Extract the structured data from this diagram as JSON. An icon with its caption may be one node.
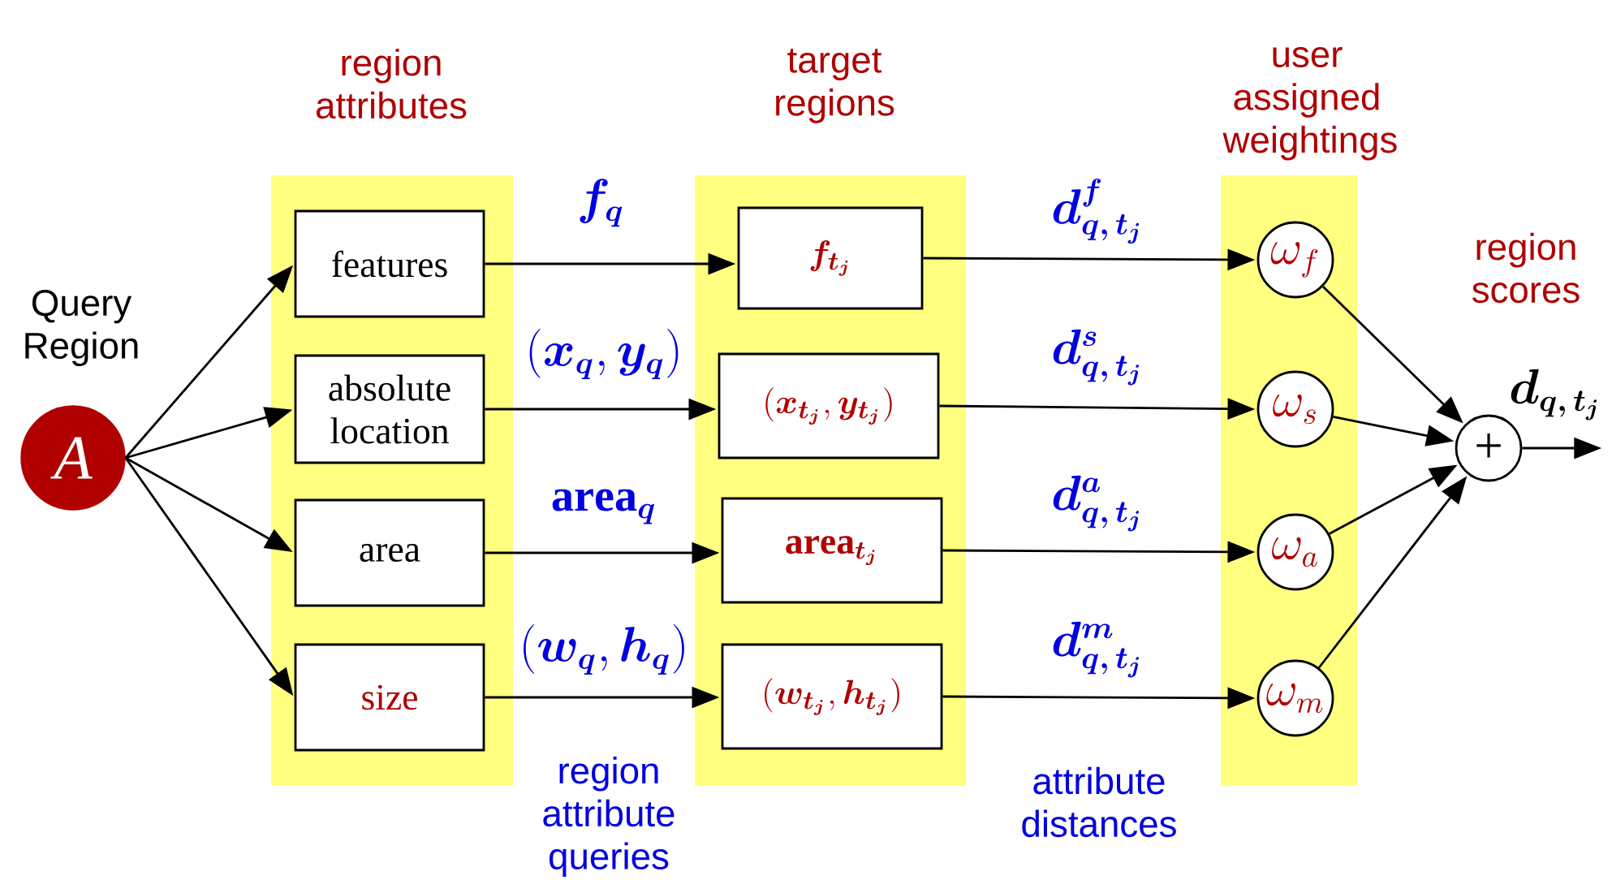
{
  "diagram": {
    "nodes": [
      {
        "text": [
          "region attributes"
        ]
      },
      {
        "text": [
          "features"
        ],
        "in": 0
      },
      {
        "text": [
          "absolute location"
        ],
        "in": 0
      },
      {
        "text": [
          "area"
        ],
        "in": 0
      },
      {
        "text": [
          "size"
        ],
        "in": 0
      },
      {
        "text": [
          "target regions"
        ]
      },
      {
        "text": [
          "\\bm{f_{t_j}}"
        ],
        "in": 5
      },
      {
        "text": [
          "(\\bm{x_{t_j}}, \\bm{y_{t_j}})"
        ],
        "in": 5
      },
      {
        "text": [
          "\\mathbf{area}_{\\bm{t_j}}"
        ],
        "in": 5
      },
      {
        "text": [
          "(\\bm{w_{t_j}}, \\bm{h_{t_j}})"
        ],
        "in": 5
      },
      {
        "text": [
          "user assigned weightings"
        ]
      },
      {
        "text": [
          "\\omega_f"
        ],
        "in": 10
      },
      {
        "text": [
          "\\omega_s"
        ],
        "in": 10
      },
      {
        "text": [
          "\\omega_a"
        ],
        "in": 10
      },
      {
        "text": [
          "\\omega_m"
        ],
        "in": 10
      },
      {
        "text": [
          "A"
        ],
        "beside": [
          "Query Region"
        ]
      },
      {
        "text": [
          "+"
        ]
      }
    ],
    "edges": [
      {
        "from": 15,
        "to": 1,
        "arrow": "to"
      },
      {
        "from": 15,
        "to": 2,
        "arrow": "to"
      },
      {
        "from": 15,
        "to": 3,
        "arrow": "to"
      },
      {
        "from": 15,
        "to": 4,
        "arrow": "to"
      },
      {
        "from": 1,
        "to": 6,
        "arrow": "to",
        "label": "\\bm{f_q}"
      },
      {
        "from": 2,
        "to": 7,
        "arrow": "to",
        "label": "(\\bm{x_q}, \\bm{y_q})"
      },
      {
        "from": 3,
        "to": 8,
        "arrow": "to",
        "label": "\\mathbf{area}_{\\bm{q}}"
      },
      {
        "from": 4,
        "to": 9,
        "arrow": "to",
        "label": "(\\bm{w_q}, \\bm{h_q})"
      },
      {
        "from": 6,
        "to": 11,
        "arrow": "to",
        "label": "\\bm{d^{f}_{q,\\,t_j}}"
      },
      {
        "from": 7,
        "to": 12,
        "arrow": "to",
        "label": "\\bm{d^{s}_{q,\\,t_j}}"
      },
      {
        "from": 8,
        "to": 13,
        "arrow": "to",
        "label": "\\bm{d^{a}_{q,\\,t_j}}"
      },
      {
        "from": 9,
        "to": 14,
        "arrow": "to",
        "label": "\\bm{d^{m}_{q,\\,t_j}}"
      },
      {
        "from": 11,
        "to": 16,
        "arrow": "to"
      },
      {
        "from": 12,
        "to": 16,
        "arrow": "to"
      },
      {
        "from": 13,
        "to": 16,
        "arrow": "to"
      },
      {
        "from": 14,
        "to": 16,
        "arrow": "to"
      },
      {
        "from": 16,
        "to": null,
        "arrow": "to",
        "label": "\\bm{d_{q,\\,t_j}}"
      }
    ],
    "labels": [
      "region scores",
      "region attribute queries",
      "attribute distances"
    ]
  }
}
